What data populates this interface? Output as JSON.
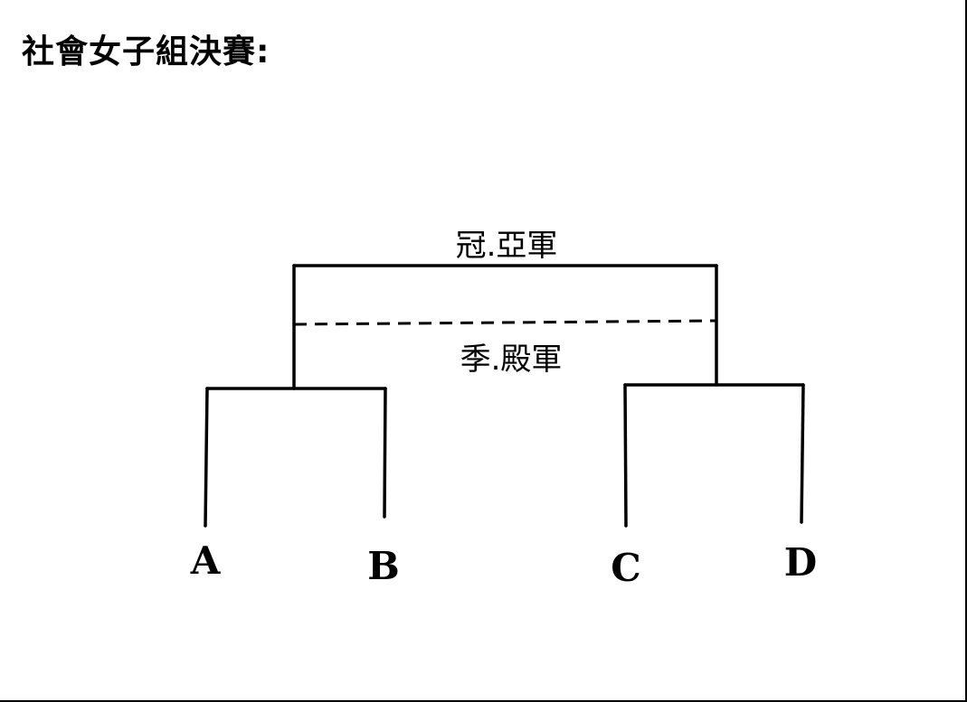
{
  "title": "社會女子組決賽:",
  "labels": {
    "final": "冠.亞軍",
    "third_place": "季.殿軍"
  },
  "teams": [
    "A",
    "B",
    "C",
    "D"
  ],
  "colors": {
    "line": "#000000",
    "background": "#ffffff"
  }
}
